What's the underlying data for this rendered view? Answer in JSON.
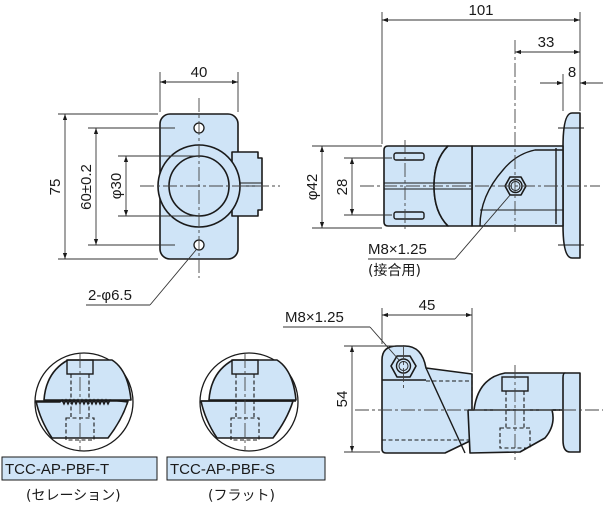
{
  "front_view": {
    "width_dim": "40",
    "height_dim": "75",
    "hole_pitch_dim": "60±0.2",
    "bore_dim": "φ30",
    "hole_callout": "2-φ6.5"
  },
  "side_view": {
    "overall_length_dim": "101",
    "axis_to_flange_dim": "33",
    "flange_thickness_dim": "8",
    "outer_diameter_dim": "φ42",
    "inner_dim": "28",
    "thread_callout": "M8×1.25",
    "thread_note": "(接合用)"
  },
  "top_view": {
    "width_dim": "45",
    "height_dim": "54",
    "thread_callout": "M8×1.25"
  },
  "variants": [
    {
      "model": "TCC-AP-PBF-T",
      "type": "(セレーション)"
    },
    {
      "model": "TCC-AP-PBF-S",
      "type": "(フラット)"
    }
  ],
  "colors": {
    "part_fill": "#cfe4f7",
    "line": "#1a1a1a"
  }
}
